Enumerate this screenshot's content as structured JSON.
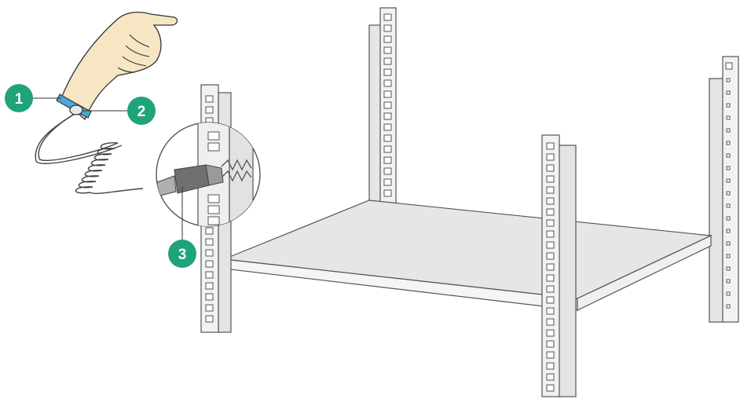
{
  "callouts": [
    {
      "id": "1",
      "label": "1"
    },
    {
      "id": "2",
      "label": "2"
    },
    {
      "id": "3",
      "label": "3"
    }
  ],
  "colors": {
    "callout_fill": "#1fa37a",
    "strap_blue": "#4aa8d8",
    "skin": "#f7e6c4",
    "rack_fill": "#efefef",
    "shelf_fill": "#e6e6e6",
    "plug_dark": "#707070"
  },
  "icons": {
    "hand": "hand-with-wrist-strap-icon",
    "rack": "four-post-rack-icon",
    "plug": "grounding-plug-icon"
  }
}
